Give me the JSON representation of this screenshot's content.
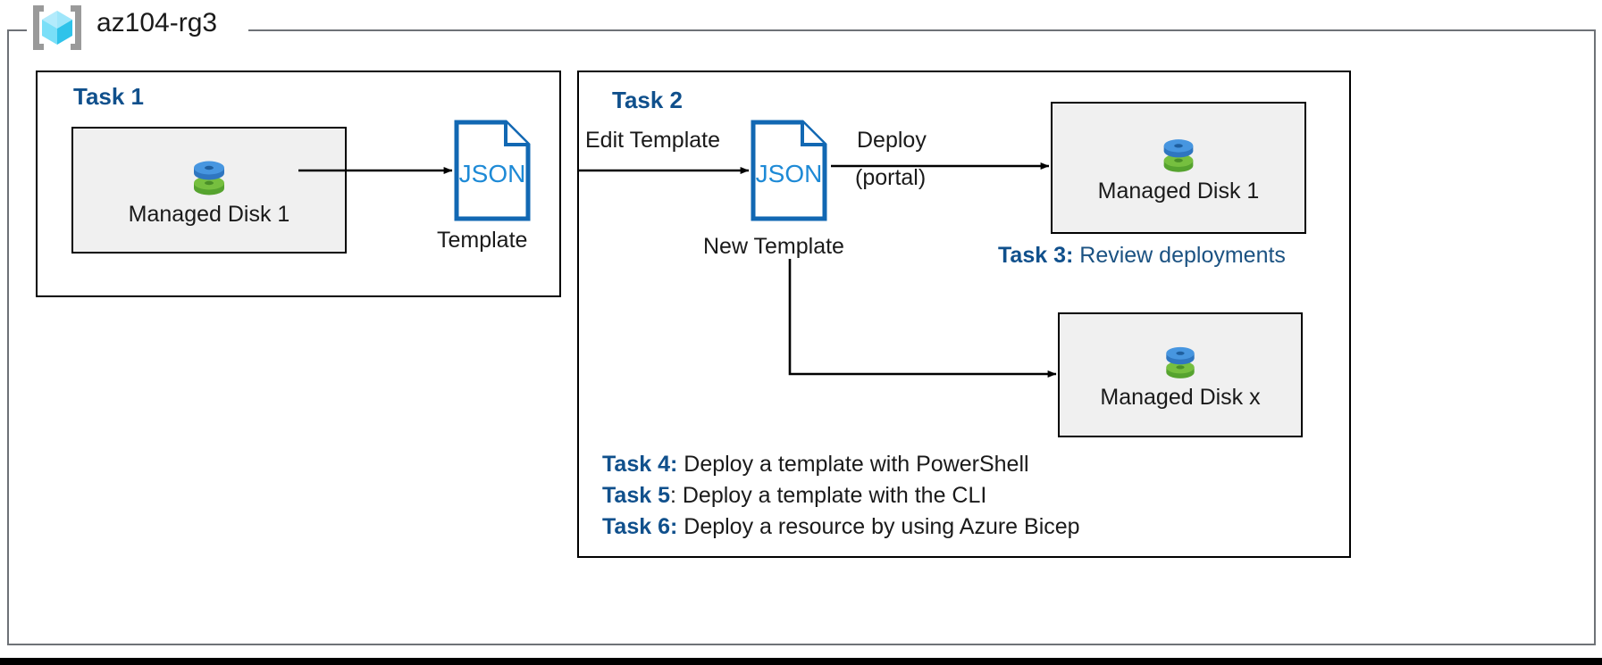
{
  "diagram": {
    "type": "azure-architecture-flow",
    "resource_group": {
      "name": "az104-rg3",
      "icon": "azure-resource-group-icon"
    },
    "colors": {
      "accent_heading": "#10508c",
      "accent_body": "#1b5282",
      "json_blue": "#1368b5",
      "json_outline": "#1268b3",
      "resource_fill": "#f0f0f0",
      "frame_gray": "#6e7277",
      "disk_blue": "#3f8fd8",
      "disk_green": "#5aa832",
      "cube_cyan": "#37c6f0",
      "bracket_gray": "#9a9a9a"
    },
    "tasks": {
      "task1": {
        "heading": "Task 1"
      },
      "task2": {
        "heading": "Task 2"
      }
    },
    "resources": {
      "disk1_task1": {
        "label": "Managed Disk 1",
        "icon": "managed-disk-icon"
      },
      "disk1_task2": {
        "label": "Managed Disk 1",
        "icon": "managed-disk-icon"
      },
      "diskx_task2": {
        "label": "Managed Disk x",
        "icon": "managed-disk-icon"
      }
    },
    "documents": {
      "template": {
        "badge": "JSON",
        "caption": "Template",
        "icon": "json-document-icon"
      },
      "new_template": {
        "badge": "JSON",
        "caption": "New Template",
        "icon": "json-document-icon"
      }
    },
    "edges": {
      "export_template": {
        "label": ""
      },
      "edit_template": {
        "label": "Edit Template"
      },
      "deploy_line1": {
        "label": "Deploy"
      },
      "deploy_line2": {
        "label": "(portal)"
      }
    },
    "notes": [
      {
        "id": "task3",
        "key": "Task 3:",
        "body": " Review deployments",
        "body_accent": true
      },
      {
        "id": "task4",
        "key": "Task 4:",
        "body": " Deploy a template with PowerShell",
        "body_accent": false
      },
      {
        "id": "task5",
        "key": "Task 5",
        "body": ": Deploy a template with the CLI",
        "body_accent": false
      },
      {
        "id": "task6",
        "key": "Task 6:",
        "body": " Deploy a resource by using Azure Bicep",
        "body_accent": false
      }
    ]
  }
}
